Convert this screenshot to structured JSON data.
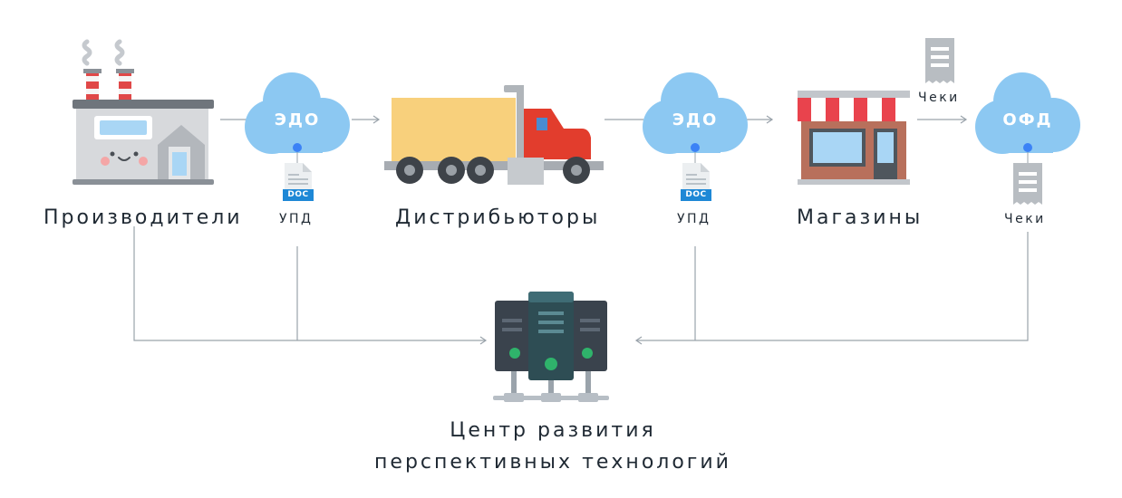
{
  "nodes": {
    "producers": "Производители",
    "distributors": "Дистрибьюторы",
    "shops": "Магазины",
    "center_line1": "Центр развития",
    "center_line2": "перспективных технологий"
  },
  "clouds": {
    "edo_1": "ЭДО",
    "edo_2": "ЭДО",
    "ofd": "ОФД"
  },
  "documents": {
    "upd_1": "УПД",
    "upd_2": "УПД",
    "doc_badge": "DOC",
    "receipts_top": "Чеки",
    "receipts_bottom": "Чеки"
  },
  "colors": {
    "cloud": "#8cc8f2",
    "doc_badge": "#1e88d6",
    "connector": "#9aa3ab",
    "dot": "#3b82f6"
  }
}
